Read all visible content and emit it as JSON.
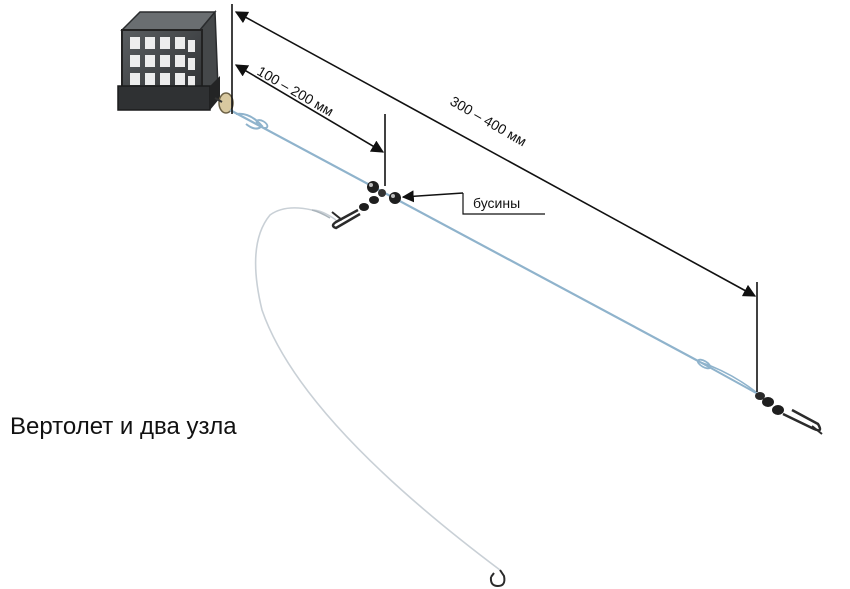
{
  "title": "Вертолет и два узла",
  "labels": {
    "short_distance": "100 – 200 мм",
    "long_distance": "300 – 400 мм",
    "beads": "бусины"
  },
  "colors": {
    "line": "#8fb3cc",
    "leader": "#c9d0d6",
    "feeder": "#3c3f41",
    "dimension": "#111111",
    "metal": "#2b2b2b"
  },
  "icons": {
    "feeder": "feeder-cage-icon",
    "swivel": "swivel-snap-icon",
    "hook": "hook-icon",
    "bead": "bead-icon"
  }
}
